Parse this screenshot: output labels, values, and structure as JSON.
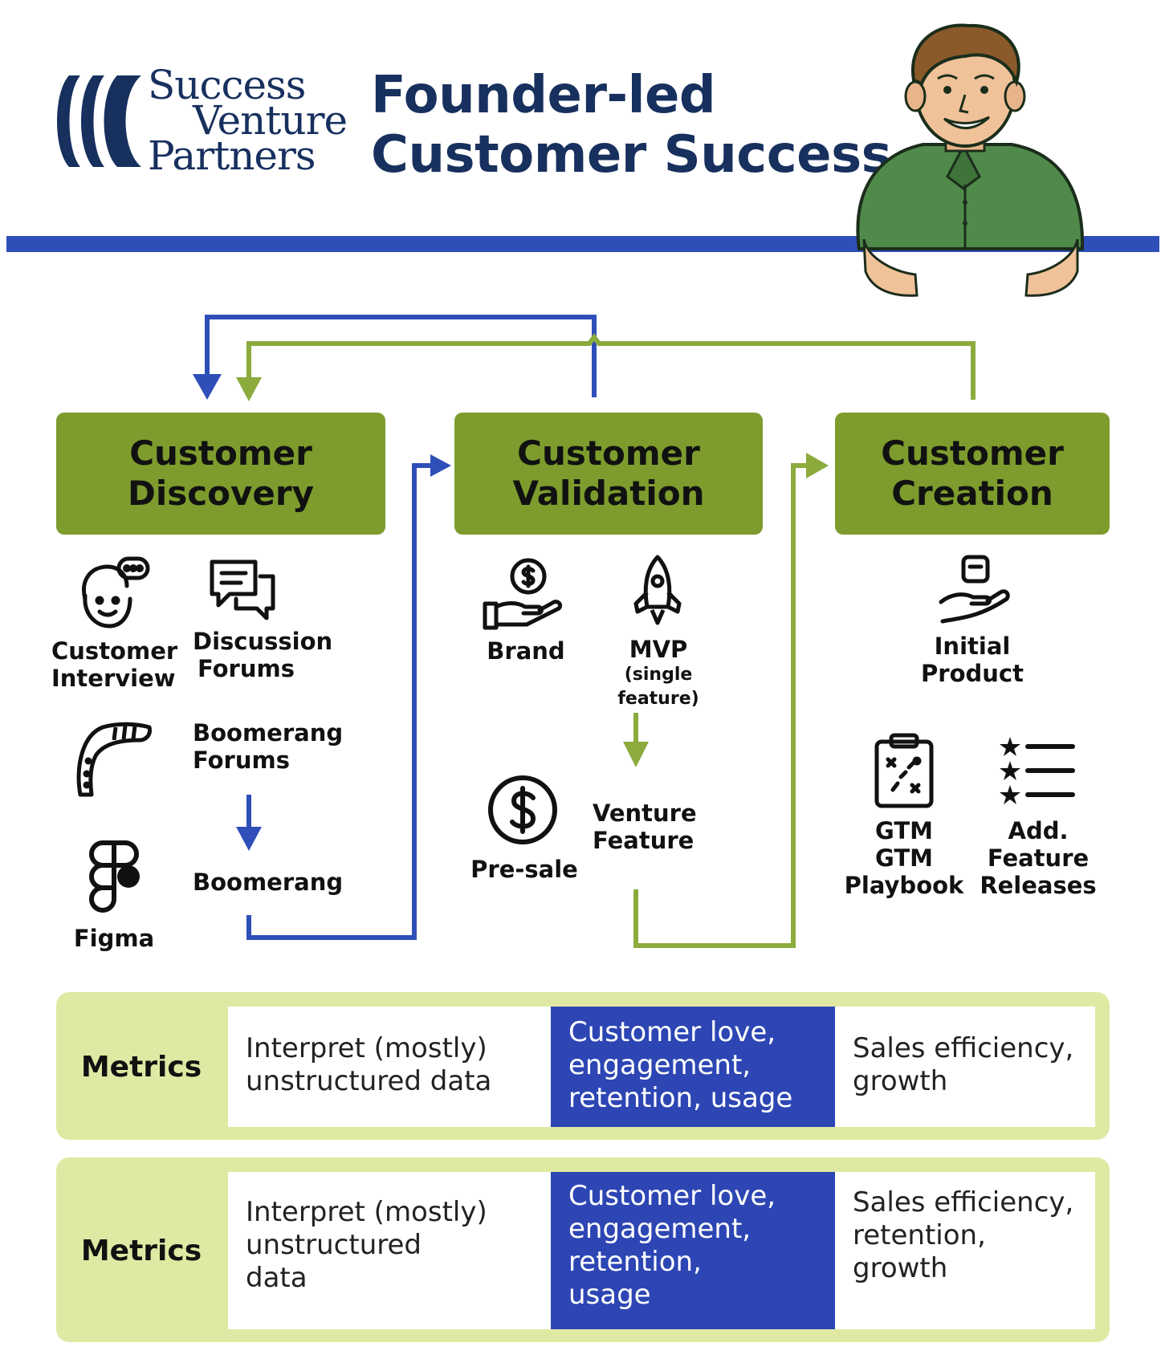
{
  "header": {
    "logo_line1": "Success",
    "logo_line2": "Venture",
    "logo_line3": "Partners",
    "title_line1": "Founder-led",
    "title_line2": "Customer Success"
  },
  "phases": {
    "discovery": {
      "title_line1": "Customer",
      "title_line2": "Discovery",
      "items": {
        "interview_line1": "Customer",
        "interview_line2": "Interview",
        "forums_line1": "Discussion",
        "forums_line2": "Forums",
        "boomerang_forums_line1": "Boomerang",
        "boomerang_forums_line2": "Forums",
        "boomerang": "Boomerang",
        "figma": "Figma"
      }
    },
    "validation": {
      "title_line1": "Customer",
      "title_line2": "Validation",
      "items": {
        "brand": "Brand",
        "mvp": "MVP",
        "mvp_sub": "(single feature)",
        "presale": "Pre-sale",
        "venture_line1": "Venture",
        "venture_line2": "Feature"
      }
    },
    "creation": {
      "title_line1": "Customer",
      "title_line2": "Creation",
      "items": {
        "initial_line1": "Initial",
        "initial_line2": "Product",
        "gtm_line1": "GTM",
        "gtm_line2": "GTM",
        "gtm_line3": "Playbook",
        "add_line1": "Add.",
        "add_line2": "Feature",
        "add_line3": "Releases"
      }
    }
  },
  "metrics": [
    {
      "label": "Metrics",
      "discovery": [
        "Interpret (mostly)",
        "unstructured data"
      ],
      "validation": [
        "Customer love,",
        "engagement,",
        "retention, usage"
      ],
      "creation": [
        "Sales efficiency,",
        "growth"
      ]
    },
    {
      "label": "Metrics",
      "discovery": [
        "Interpret (mostly)",
        "unstructured",
        "data"
      ],
      "validation": [
        "Customer love,",
        "engagement,",
        "retention,",
        "usage"
      ],
      "creation": [
        "Sales efficiency,",
        "retention,",
        "growth"
      ]
    }
  ],
  "colors": {
    "navy": "#17305e",
    "blue": "#2f4fb8",
    "green": "#7d9c2d",
    "metric_band": "#dfe9a3",
    "metric_highlight": "#2d46b4"
  },
  "icons": {
    "logo": "svp-logo-mark",
    "founder": "founder-illustration",
    "interview": "person-speech-icon",
    "forums": "chat-bubbles-icon",
    "boomerang": "boomerang-icon",
    "figma": "figma-icon",
    "brand": "hand-coin-icon",
    "mvp": "rocket-icon",
    "presale": "dollar-circle-icon",
    "initial": "hand-box-icon",
    "gtm": "clipboard-play-icon",
    "add": "star-list-icon"
  }
}
